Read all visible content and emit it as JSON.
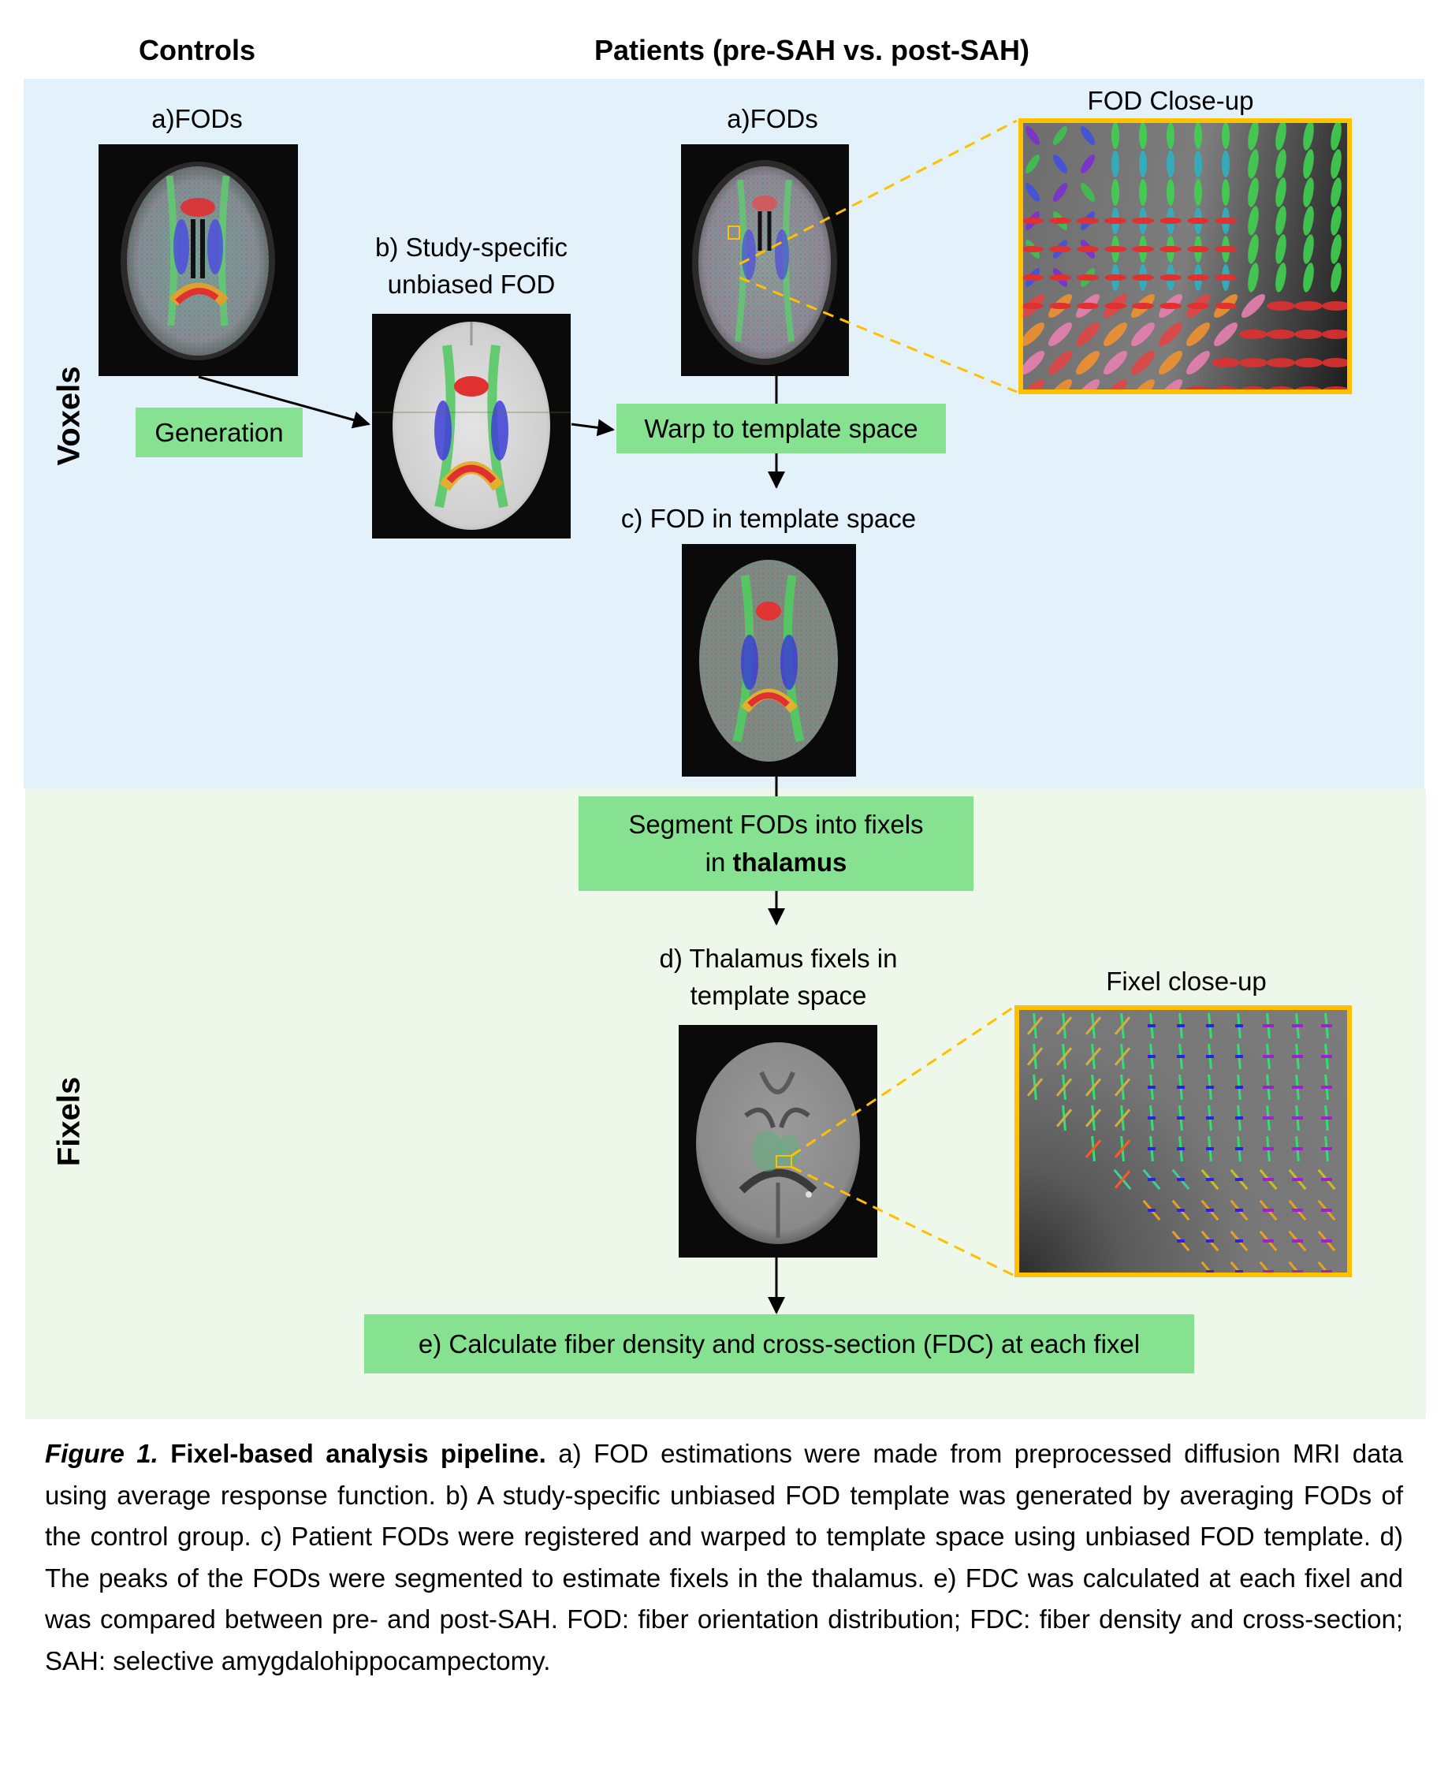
{
  "headers": {
    "controls": "Controls",
    "patients": "Patients (pre-SAH vs. post-SAH)"
  },
  "sections": {
    "voxels": "Voxels",
    "fixels": "Fixels"
  },
  "colors": {
    "voxels_panel": "#E3F2FA",
    "fixels_panel": "#EDF8EA",
    "step_box": "#86E290",
    "closeup_border": "#FFC000",
    "arrow": "#000000"
  },
  "controls": {
    "fods_label": "a)FODs",
    "generation_step": "Generation",
    "template_label_line1": "b) Study-specific",
    "template_label_line2": "unbiased FOD"
  },
  "patients": {
    "fods_label": "a)FODs",
    "fod_closeup_title": "FOD Close-up",
    "warp_step": "Warp to template space",
    "template_space_label": "c) FOD in template space",
    "segment_step_line1": "Segment FODs into fixels",
    "segment_step_line2_prefix": "in ",
    "segment_step_line2_bold": "thalamus",
    "thalamus_label_line1": "d) Thalamus fixels in",
    "thalamus_label_line2": "template space",
    "fixel_closeup_title": "Fixel close-up",
    "fdc_step": "e) Calculate fiber density and cross-section (FDC) at each fixel"
  },
  "caption": {
    "figure_label": "Figure 1.",
    "title": "Fixel-based analysis pipeline.",
    "body": "a) FOD estimations were made from preprocessed diffusion MRI data using average response function. b) A study-specific unbiased FOD template was generated by averaging FODs of the control group. c) Patient FODs were registered and warped to template space using unbiased FOD template. d) The peaks of the FODs were segmented to estimate fixels in the thalamus. e) FDC was calculated at each fixel and was compared between pre- and post-SAH. FOD: fiber orientation distribution; FDC: fiber density and cross-section; SAH: selective amygdalohippocampectomy."
  }
}
